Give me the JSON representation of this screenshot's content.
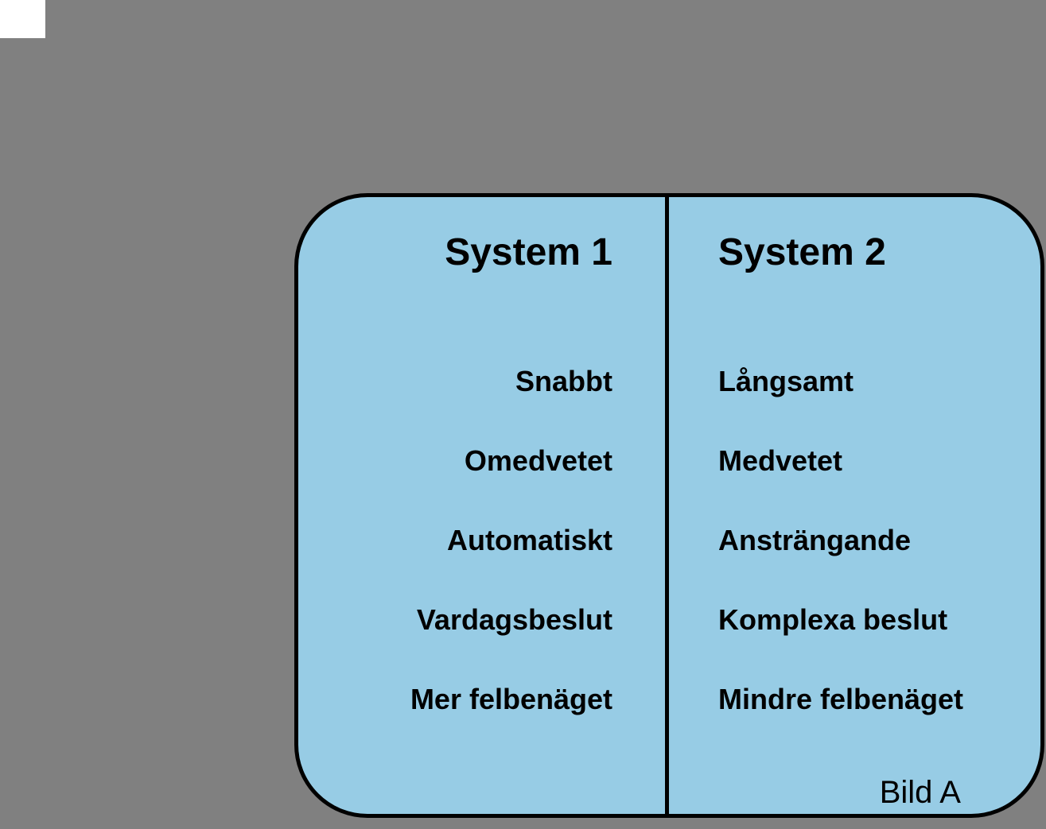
{
  "colors": {
    "page_background": "#808080",
    "corner_block": "#FFFFFF",
    "panel_fill": "#97CCE5",
    "panel_border": "#000000",
    "text": "#000000"
  },
  "panel": {
    "caption": "Bild A",
    "columns": [
      {
        "title": "System 1",
        "items": [
          "Snabbt",
          "Omedvetet",
          "Automatiskt",
          "Vardagsbeslut",
          "Mer felbenäget"
        ]
      },
      {
        "title": "System 2",
        "items": [
          "Långsamt",
          "Medvetet",
          "Ansträngande",
          "Komplexa beslut",
          "Mindre felbenäget"
        ]
      }
    ]
  }
}
